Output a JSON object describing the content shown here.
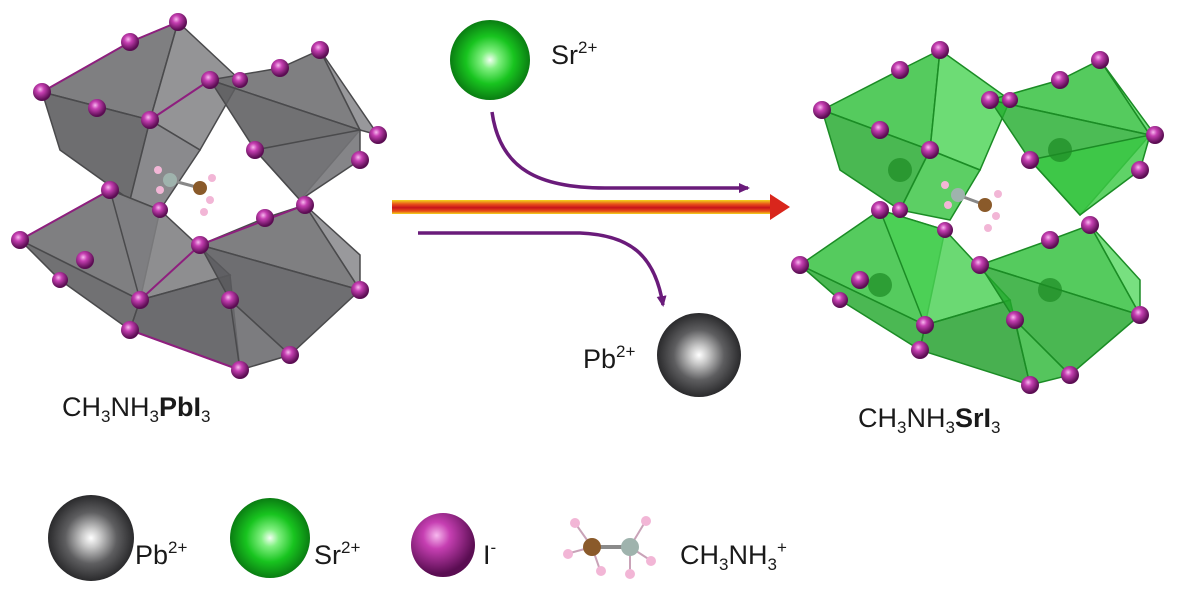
{
  "reaction": {
    "reactant": {
      "prefix": "CH",
      "sub1": "3",
      "mid": "NH",
      "sub2": "3",
      "metal": "PbI",
      "sub3": "3"
    },
    "product": {
      "prefix": "CH",
      "sub1": "3",
      "mid": "NH",
      "sub2": "3",
      "metal": "SrI",
      "sub3": "3"
    },
    "incoming_ion": {
      "base": "Sr",
      "charge": "2+"
    },
    "outgoing_ion": {
      "base": "Pb",
      "charge": "2+"
    }
  },
  "legend": [
    {
      "key": "pb",
      "base": "Pb",
      "charge": "2+"
    },
    {
      "key": "sr",
      "base": "Sr",
      "charge": "2+"
    },
    {
      "key": "i",
      "base": "I",
      "charge": "-"
    },
    {
      "key": "ma",
      "base": "CH",
      "sub1": "3",
      "mid": "NH",
      "sub2": "3",
      "charge": "+"
    }
  ],
  "colors": {
    "lead": "#5a5a5c",
    "strontium": "#1fc42a",
    "iodide": "#8e1f7e",
    "octahedron_gray": "#6e6e70",
    "octahedron_green": "#2fbf3a",
    "arrow_purple": "#6a1b7a",
    "arrow_main_red": "#d9261c",
    "arrow_main_yellow": "#f4d21a"
  }
}
